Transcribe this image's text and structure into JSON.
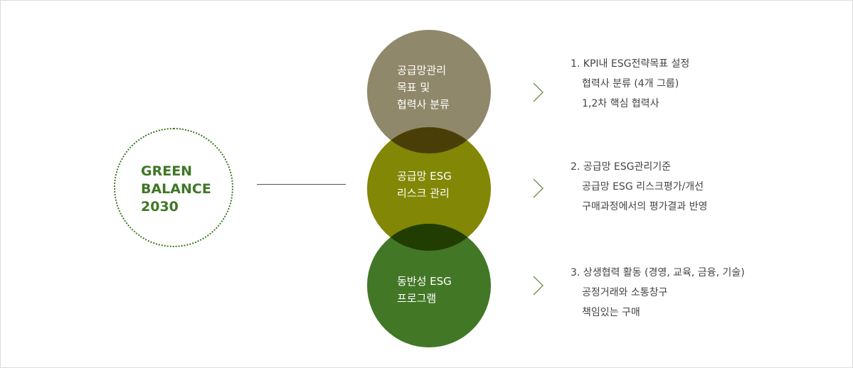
{
  "hub": {
    "lines": [
      "GREEN",
      "BALANCE",
      "2030"
    ],
    "color": "#3f7726"
  },
  "circles": [
    {
      "lines": [
        "공급망관리",
        "목표 및",
        "협력사 분류"
      ],
      "color": "#8f886a"
    },
    {
      "lines": [
        "공급망 ESG",
        "리스크 관리"
      ],
      "color": "#828705"
    },
    {
      "lines": [
        "동반성 ESG",
        "프로그램"
      ],
      "color": "#427726"
    }
  ],
  "overlap_colors": [
    "#4a3e08",
    "#223d02"
  ],
  "items": [
    {
      "title": "1. KPI내 ESG전략목표 설정",
      "subs": [
        "협력사 분류 (4개 그룹)",
        "1,2차 핵심 협력사"
      ]
    },
    {
      "title": "2. 공급망 ESG관리기준",
      "subs": [
        "공급망 ESG 리스크평가/개선",
        "구매과정에서의 평가결과 반영"
      ]
    },
    {
      "title": "3. 상생협력 활동 (경영, 교육, 금융, 기술)",
      "subs": [
        "공정거래와 소통창구",
        "책임있는 구매"
      ]
    }
  ],
  "icons": {
    "arrow": "chevron-right-icon"
  }
}
